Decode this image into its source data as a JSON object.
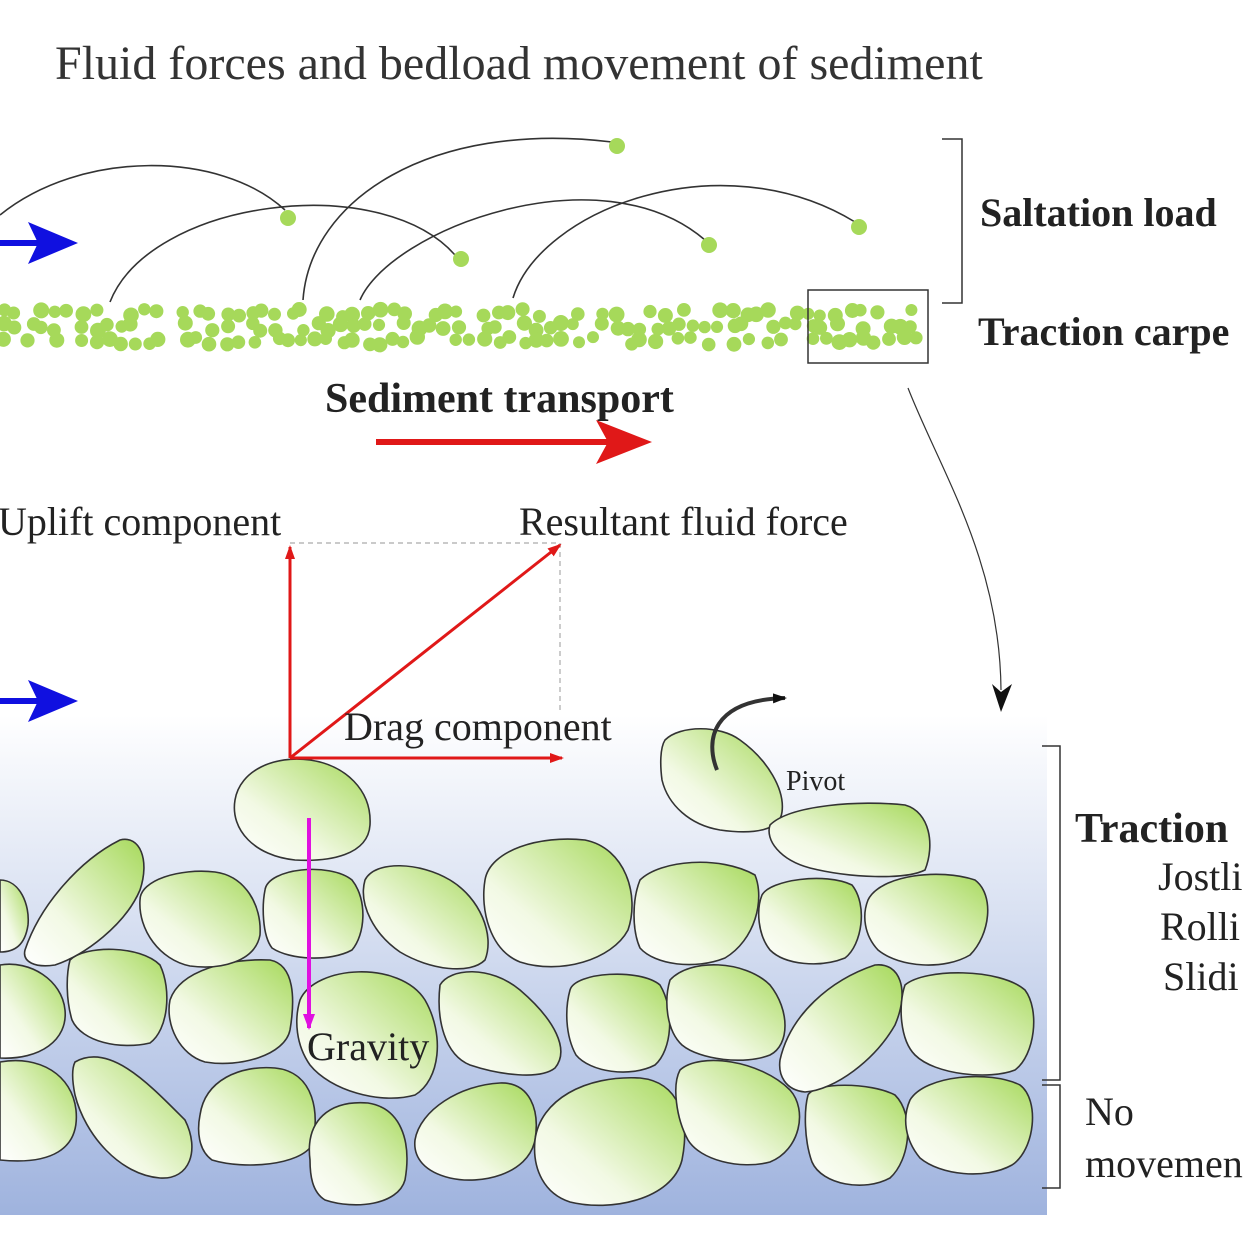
{
  "title": "Fluid forces and bedload movement of sediment",
  "labels": {
    "saltation_load": "Saltation load",
    "traction_carpet": "Traction carpe",
    "sediment_transport": "Sediment transport",
    "uplift_component": "Uplift component",
    "resultant_fluid_force": "Resultant fluid force",
    "drag_component": "Drag component",
    "pivot": "Pivot",
    "gravity": "Gravity",
    "traction_zone": "Traction",
    "jostling": "Jostli",
    "rolling": "Rolli",
    "sliding": "Slidi",
    "no_movement_line1": "No",
    "no_movement_line2": "movemen"
  },
  "colors": {
    "grain_light": "#ffffff",
    "grain_dark": "#a6d95a",
    "flow_arrow": "#1010e0",
    "force_arrow": "#e01818",
    "gravity_arrow": "#e010e0",
    "bed_top": "#ffffff",
    "bed_bottom": "#9fb3de"
  }
}
